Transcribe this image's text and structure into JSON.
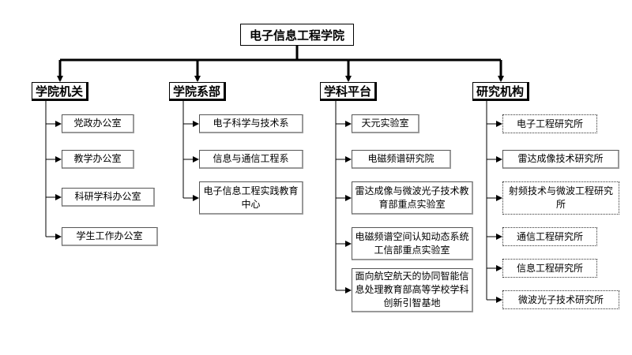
{
  "root": "电子信息工程学院",
  "categories": [
    {
      "label": "学院机关",
      "items": [
        "党政办公室",
        "教学办公室",
        "科研学科办公室",
        "学生工作办公室"
      ]
    },
    {
      "label": "学院系部",
      "items": [
        "电子科学与技术系",
        "信息与通信工程系",
        "电子信息工程实践教育中心"
      ]
    },
    {
      "label": "学科平台",
      "items": [
        "天元实验室",
        "电磁频谱研究院",
        "雷达成像与微波光子技术教育部重点实验室",
        "电磁频谱空间认知动态系统工信部重点实验室",
        "面向航空航天的协同智能信息处理教育部高等学校学科创新引智基地"
      ]
    },
    {
      "label": "研究机构",
      "items": [
        "电子工程研究所",
        "雷达成像技术研究所",
        "射频技术与微波工程研究所",
        "通信工程研究所",
        "信息工程研究所",
        "微波光子技术研究所"
      ]
    }
  ]
}
